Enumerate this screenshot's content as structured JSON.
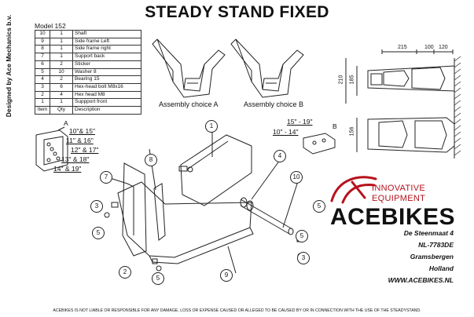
{
  "title": "STEADY STAND FIXED",
  "designer": "Designed by Ace Mechanics b.v.",
  "model": "Model 152",
  "parts_table": {
    "rows": [
      [
        "10",
        "1",
        "Shaft"
      ],
      [
        "9",
        "1",
        "Side frame Left"
      ],
      [
        "8",
        "1",
        "Side frame right"
      ],
      [
        "7",
        "1",
        "Support back"
      ],
      [
        "6",
        "2",
        "Sticker"
      ],
      [
        "5",
        "10",
        "Washer 8"
      ],
      [
        "4",
        "2",
        "Bearing 15"
      ],
      [
        "3",
        "6",
        "Hex-head bolt M8x16"
      ],
      [
        "2",
        "4",
        "Hex head M8"
      ],
      [
        "1",
        "1",
        "Suppport front"
      ]
    ],
    "header": [
      "Item",
      "Qty",
      "Description"
    ]
  },
  "assembly": {
    "a": "Assembly choice A",
    "b": "Assembly choice B"
  },
  "dimensions": {
    "d215": "215",
    "d100": "100",
    "d120": "120",
    "d210": "210",
    "d185": "185",
    "d156": "156"
  },
  "tire_sizes_a": [
    "10\"& 15\"",
    "11\" & 16\"",
    "12\" & 17\"",
    "13\" & 18\"",
    "14\" & 19\""
  ],
  "tire_sizes_b": [
    "15\" - 19\"",
    "10\" - 14\""
  ],
  "letters": {
    "a": "A",
    "b": "B"
  },
  "callouts": [
    "1",
    "2",
    "3",
    "3",
    "4",
    "5",
    "5",
    "5",
    "5",
    "7",
    "8",
    "9",
    "10"
  ],
  "brand": {
    "tagline_1": "INNOVATIVE",
    "tagline_2": "EQUIPMENT",
    "name": "ACEBIKES",
    "accent": "#b5121b"
  },
  "address": {
    "street": "De Steenmaat 4",
    "postal": "NL-7783DE",
    "city": "Gramsbergen",
    "country": "Holland",
    "web": "WWW.ACEBIKES.NL"
  },
  "disclaimer": "ACEBIKES IS NOT LIABLE OR RESPONSIBLE FOR ANY DAMAGE, LOSS OR EXPENSE CAUSED OR ALLEGED TO BE CAUSED BY OR IN CONNECTION WITH THE USE OF THE STEADYSTAND."
}
